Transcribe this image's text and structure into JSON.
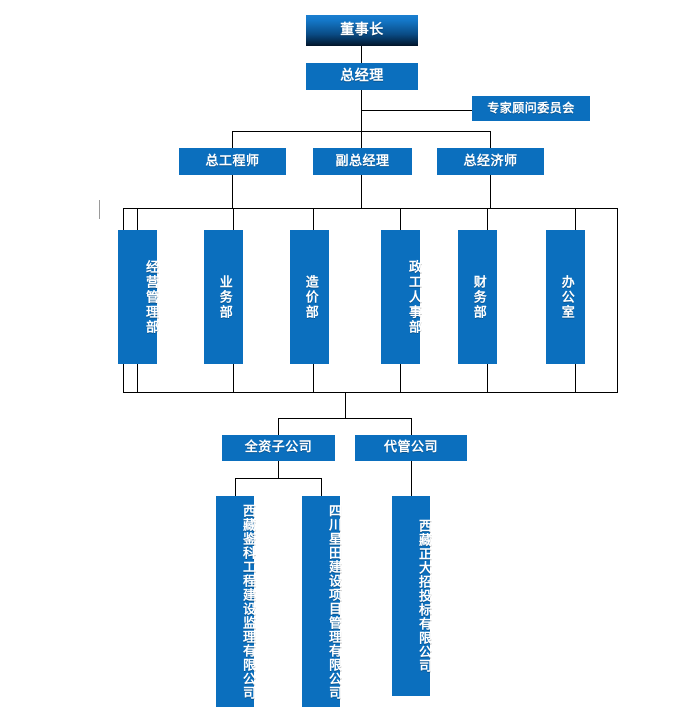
{
  "diagram": {
    "type": "org-chart",
    "title_node": "董事长",
    "colors": {
      "node_fill": "#0B6FBE",
      "chairman_gradient_top": "#1B7FD0",
      "chairman_gradient_bottom": "#021428",
      "node_text": "#FFFFFF",
      "connector": "#000000",
      "connector_gray": "#9A9A9A",
      "background": "#FFFFFF"
    },
    "levels": {
      "level1": {
        "label": "董事长"
      },
      "level2": {
        "label": "总经理"
      },
      "advisory": {
        "label": "专家顾问委员会"
      },
      "level3": [
        {
          "label": "总工程师"
        },
        {
          "label": "副总经理"
        },
        {
          "label": "总经济师"
        }
      ],
      "departments": [
        {
          "label": "经营管理部"
        },
        {
          "label": "业务部"
        },
        {
          "label": "造价部"
        },
        {
          "label": "政工人事部"
        },
        {
          "label": "财务部"
        },
        {
          "label": "办公室"
        }
      ],
      "company_groups": [
        {
          "label": "全资子公司"
        },
        {
          "label": "代管公司"
        }
      ],
      "companies": [
        {
          "label": "西藏鉴科工程建设监理有限公司",
          "parent": "全资子公司"
        },
        {
          "label": "四川星田建设项目管理有限公司",
          "parent": "全资子公司"
        },
        {
          "label": "西藏正大招投标有限公司",
          "parent": "代管公司"
        }
      ]
    }
  }
}
